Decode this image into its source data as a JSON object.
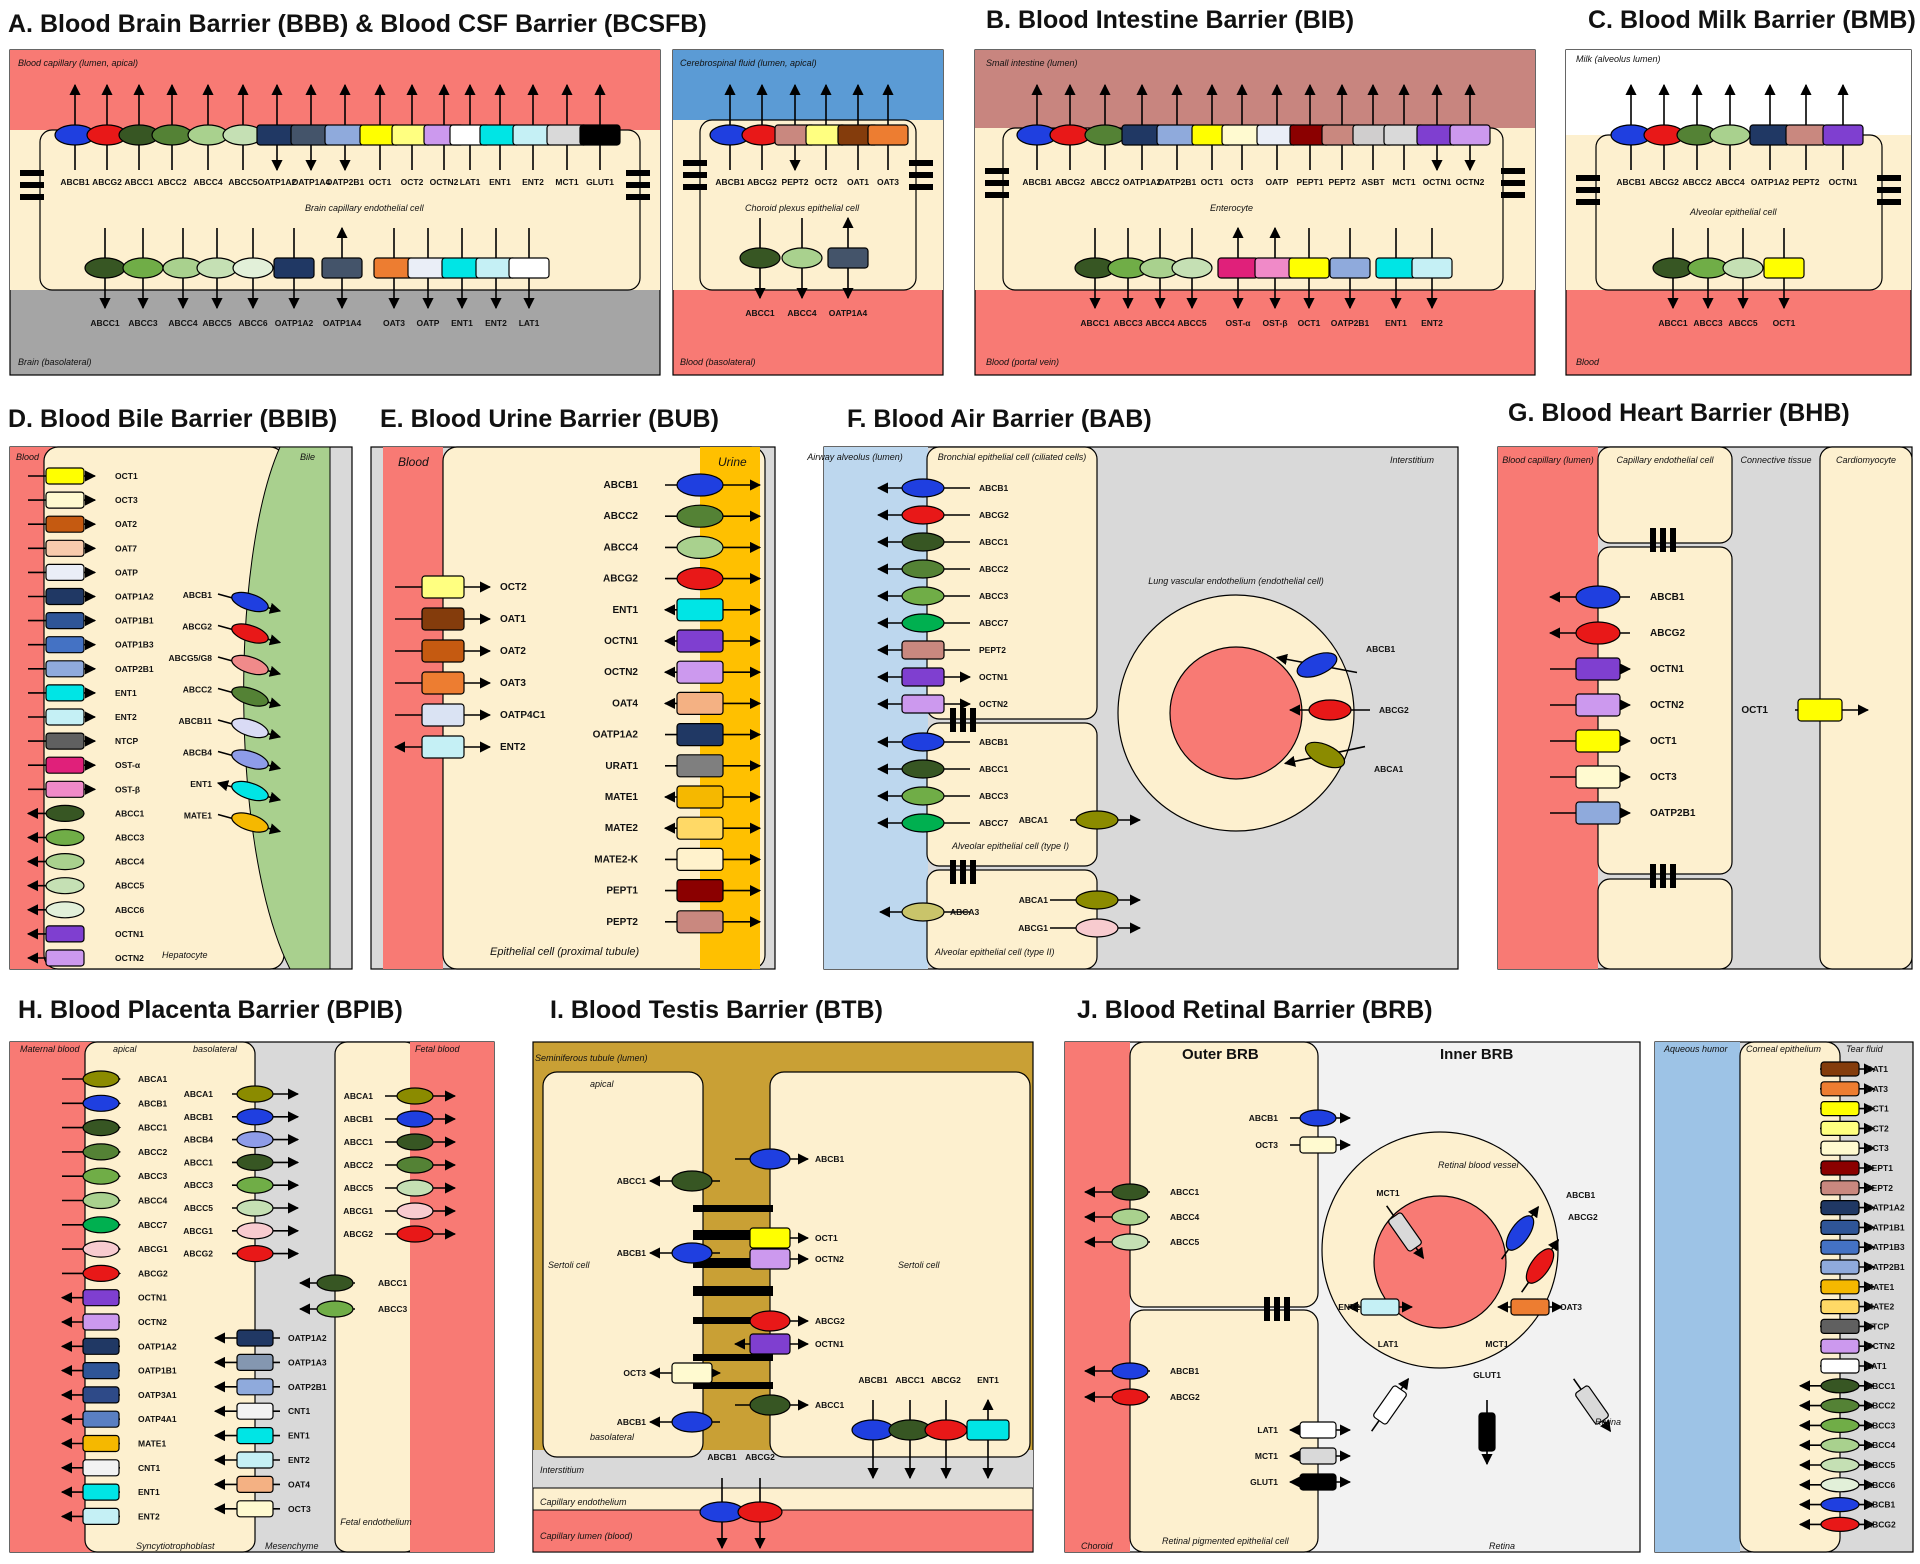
{
  "colors": {
    "blood": "#f87a74",
    "cell": "#fdf0cf",
    "gray": "#a5a5a5",
    "lightgray": "#d9d9d9",
    "csf": "#5b9bd5",
    "intestine": "#c8857f",
    "bile": "#a9d08e",
    "urine": "#ffc000",
    "air": "#bdd7ee",
    "testis": "#c9a035",
    "aqueous": "#9dc3e6",
    "ABCB1": "#1f3fe0",
    "ABCG2": "#e81818",
    "ABCC1": "#375623",
    "ABCC2": "#548235",
    "ABCC3": "#70ad47",
    "ABCC4": "#a9d18e",
    "ABCC5": "#c5e0b4",
    "ABCC6": "#e2f0d9",
    "ABCC7": "#00b050",
    "ABCA1": "#8b8b00",
    "ABCA3": "#c9c46a",
    "ABCG1": "#f8cbcf",
    "ABCB11": "#d9dbf5",
    "ABCB4": "#8e9ce8",
    "ABCG5G8": "#f08a8a",
    "OATP1A2": "#203864",
    "OATP1A4": "#44546a",
    "OATP1A3": "#8497b0",
    "OATP1B1": "#2f5597",
    "OATP1B3": "#4472c4",
    "OATP2B1": "#8faadc",
    "OATP": "#eaeef7",
    "OATP3A1": "#2e4a88",
    "OATP4A1": "#5a7fc2",
    "OATP4C1": "#dae3f3",
    "OCT1": "#ffff00",
    "OCT2": "#ffff80",
    "OCT3": "#fffad0",
    "OCTN1": "#7f3fd0",
    "OCTN2": "#cc99ee",
    "LAT1": "#ffffff",
    "ENT1": "#00e5e5",
    "ENT2": "#c5f0f5",
    "MCT1": "#d9d9d9",
    "GLUT1": "#000000",
    "OAT1": "#843c0c",
    "OAT2": "#c55a11",
    "OAT3": "#ed7d31",
    "OAT4": "#f4b183",
    "OAT7": "#f8cbad",
    "PEPT1": "#8b0000",
    "PEPT2": "#c9887f",
    "ASBT": "#d0cece",
    "NTCP": "#606060",
    "OSTA": "#e0207a",
    "OSTB": "#f08ac8",
    "URAT1": "#7f7f7f",
    "MATE1": "#f5b800",
    "MATE2": "#ffd966",
    "MATE2K": "#fff2cc",
    "CNT1": "#f2f2f2"
  },
  "panels": {
    "A": {
      "title": "A. Blood Brain Barrier (BBB) & Blood CSF Barrier (BCSFB)",
      "top_label": "Blood capillary (lumen, apical)",
      "cell_label": "Brain capillary endothelial cell",
      "bottom_label": "Brain (basolateral)",
      "apical": [
        "ABCB1",
        "ABCG2",
        "ABCC1",
        "ABCC2",
        "ABCC4",
        "ABCC5",
        "OATP1A2",
        "OATP1A4",
        "OATP2B1",
        "OCT1",
        "OCT2",
        "OCTN2",
        "LAT1",
        "ENT1",
        "ENT2",
        "MCT1",
        "GLUT1"
      ],
      "basal": [
        "ABCC1",
        "ABCC3",
        "ABCC4",
        "ABCC5",
        "ABCC6",
        "OATP1A2",
        "OATP1A4",
        "OAT3",
        "OATP",
        "ENT1",
        "ENT2",
        "LAT1"
      ]
    },
    "A2": {
      "top_label": "Cerebrospinal fluid (lumen, apical)",
      "cell_label": "Choroid plexus epithelial cell",
      "bottom_label": "Blood (basolateral)",
      "apical": [
        "ABCB1",
        "ABCG2",
        "PEPT2",
        "OCT2",
        "OAT1",
        "OAT3"
      ],
      "basal": [
        "ABCC1",
        "ABCC4",
        "OATP1A4"
      ]
    },
    "B": {
      "title": "B. Blood Intestine Barrier (BIB)",
      "top_label": "Small intestine (lumen)",
      "cell_label": "Enterocyte",
      "bottom_label": "Blood (portal vein)",
      "apical": [
        "ABCB1",
        "ABCG2",
        "ABCC2",
        "OATP1A2",
        "OATP2B1",
        "OCT1",
        "OCT3",
        "OATP",
        "PEPT1",
        "PEPT2",
        "ASBT",
        "MCT1",
        "OCTN1",
        "OCTN2"
      ],
      "basal": [
        "ABCC1",
        "ABCC3",
        "ABCC4",
        "ABCC5",
        "OST-α",
        "OST-β",
        "OCT1",
        "OATP2B1",
        "ENT1",
        "ENT2"
      ]
    },
    "C": {
      "title": "C. Blood Milk Barrier (BMB)",
      "top_label": "Milk (alveolus lumen)",
      "cell_label": "Alveolar epithelial cell",
      "bottom_label": "Blood",
      "apical": [
        "ABCB1",
        "ABCG2",
        "ABCC2",
        "ABCC4",
        "OATP1A2",
        "PEPT2",
        "OCTN1"
      ],
      "basal": [
        "ABCC1",
        "ABCC3",
        "ABCC5",
        "OCT1"
      ]
    },
    "D": {
      "title": "D. Blood Bile Barrier (BBIB)",
      "blood_label": "Blood",
      "bile_label": "Bile",
      "cell_label": "Hepatocyte",
      "left": [
        "OCT1",
        "OCT3",
        "OAT2",
        "OAT7",
        "OATP",
        "OATP1A2",
        "OATP1B1",
        "OATP1B3",
        "OATP2B1",
        "ENT1",
        "ENT2",
        "NTCP",
        "OST-α",
        "OST-β",
        "ABCC1",
        "ABCC3",
        "ABCC4",
        "ABCC5",
        "ABCC6",
        "OCTN1",
        "OCTN2"
      ],
      "right": [
        "ABCB1",
        "ABCG2",
        "ABCG5/G8",
        "ABCC2",
        "ABCB11",
        "ABCB4",
        "ENT1",
        "MATE1"
      ]
    },
    "E": {
      "title": "E. Blood Urine Barrier (BUB)",
      "blood_label": "Blood",
      "urine_label": "Urine",
      "cell_label": "Epithelial cell (proximal tubule)",
      "left": [
        "OCT2",
        "OAT1",
        "OAT2",
        "OAT3",
        "OATP4C1",
        "ENT2"
      ],
      "right": [
        "ABCB1",
        "ABCC2",
        "ABCC4",
        "ABCG2",
        "ENT1",
        "OCTN1",
        "OCTN2",
        "OAT4",
        "OATP1A2",
        "URAT1",
        "MATE1",
        "MATE2",
        "MATE2-K",
        "PEPT1",
        "PEPT2"
      ]
    },
    "F": {
      "title": "F. Blood Air Barrier (BAB)",
      "airway_label": "Airway alveolus (lumen)",
      "bronchial_label": "Bronchial epithelial cell (ciliated cells)",
      "interstitium_label": "Interstitium",
      "vessel_label": "Lung vascular endothelium (endothelial cell)",
      "type1_label": "Alveolar epithelial cell (type I)",
      "type2_label": "Alveolar epithelial cell (type II)",
      "bronchial": [
        "ABCB1",
        "ABCG2",
        "ABCC1",
        "ABCC2",
        "ABCC3",
        "ABCC7",
        "PEPT2",
        "OCTN1",
        "OCTN2"
      ],
      "type1": [
        "ABCB1",
        "ABCC1",
        "ABCC3",
        "ABCC7"
      ],
      "type1_right": "ABCA1",
      "type2_left": "ABCA3",
      "type2_right": [
        "ABCA1",
        "ABCG1"
      ],
      "vessel": [
        "ABCB1",
        "ABCG2",
        "ABCA1"
      ]
    },
    "G": {
      "title": "G. Blood Heart Barrier (BHB)",
      "blood_label": "Blood capillary (lumen)",
      "endo_label": "Capillary endothelial cell",
      "connective_label": "Connective tissue",
      "cardio_label": "Cardiomyocyte",
      "endo": [
        "ABCB1",
        "ABCG2",
        "OCTN1",
        "OCTN2",
        "OCT1",
        "OCT3",
        "OATP2B1"
      ],
      "cardio": [
        "OCT1"
      ]
    },
    "H": {
      "title": "H. Blood Placenta Barrier (BPIB)",
      "maternal_label": "Maternal blood",
      "apical_label": "apical",
      "basolateral_label": "basolateral",
      "fetal_blood_label": "Fetal blood",
      "syncytio_label": "Syncytiotrophoblast",
      "mesenchyme_label": "Mesenchyme",
      "fetal_endo_label": "Fetal endothelium",
      "apical": [
        "ABCA1",
        "ABCB1",
        "ABCC1",
        "ABCC2",
        "ABCC3",
        "ABCC4",
        "ABCC7",
        "ABCG1",
        "ABCG2",
        "OCTN1",
        "OCTN2",
        "OATP1A2",
        "OATP1B1",
        "OATP3A1",
        "OATP4A1",
        "MATE1",
        "CNT1",
        "ENT1",
        "ENT2"
      ],
      "basal_top": [
        "ABCA1",
        "ABCB1",
        "ABCB4",
        "ABCC1",
        "ABCC3",
        "ABCC5",
        "ABCG1",
        "ABCG2"
      ],
      "basal_bottom": [
        "OATP1A2",
        "OATP1A3",
        "OATP2B1",
        "CNT1",
        "ENT1",
        "ENT2",
        "OAT4",
        "OCT3"
      ],
      "fetal_mid": [
        "ABCC1",
        "ABCC3"
      ],
      "fetal_right": [
        "ABCA1",
        "ABCB1",
        "ABCC1",
        "ABCC2",
        "ABCC5",
        "ABCG1",
        "ABCG2"
      ]
    },
    "I": {
      "title": "I. Blood Testis Barrier (BTB)",
      "lumen_label": "Seminiferous tubule (lumen)",
      "apical_label": "apical",
      "basolateral_label": "basolateral",
      "sertoli_label": "Sertoli cell",
      "interstitium_label": "Interstitium",
      "capillary_endo_label": "Capillary endothelium",
      "capillary_lumen_label": "Capillary lumen (blood)",
      "left": [
        "ABCC1",
        "ABCB1",
        "OCT3",
        "ABCB1"
      ],
      "right": [
        "ABCB1",
        "OCT1",
        "OCTN2",
        "ABCG2",
        "OCTN1",
        "ABCC1"
      ],
      "basal": [
        "ABCB1",
        "ABCC1",
        "ABCG2",
        "ENT1"
      ],
      "capillary": [
        "ABCB1",
        "ABCG2"
      ]
    },
    "J": {
      "title": "J. Blood Retinal Barrier (BRB)",
      "outer_label": "Outer BRB",
      "inner_label": "Inner BRB",
      "vessel_label": "Retinal blood vessel",
      "choroid_label": "Choroid",
      "rpe_label": "Retinal pigmented epithelial cell",
      "retina_label": "Retina",
      "rpe_upper_right": [
        "ABCB1",
        "OCT3"
      ],
      "rpe_upper_left": [
        "ABCC1",
        "ABCC4",
        "ABCC5"
      ],
      "rpe_lower_left": [
        "ABCB1",
        "ABCG2"
      ],
      "rpe_lower_right": [
        "LAT1",
        "MCT1",
        "GLUT1"
      ],
      "vessel": [
        "MCT1",
        "ABCB1",
        "ABCG2",
        "ENT2",
        "OAT3",
        "LAT1",
        "GLUT1",
        "MCT1"
      ]
    },
    "K": {
      "aqueous_label": "Aqueous humor",
      "cornea_label": "Corneal epithelium",
      "tear_label": "Tear fluid",
      "items": [
        "OAT1",
        "OAT3",
        "OCT1",
        "OCT2",
        "OCT3",
        "PEPT1",
        "PEPT2",
        "OATP1A2",
        "OATP1B1",
        "OATP1B3",
        "OATP2B1",
        "MATE1",
        "MATE2",
        "NTCP",
        "OCTN2",
        "LAT1",
        "ABCC1",
        "ABCC2",
        "ABCC3",
        "ABCC4",
        "ABCC5",
        "ABCC6",
        "ABCB1",
        "ABCG2"
      ]
    }
  }
}
